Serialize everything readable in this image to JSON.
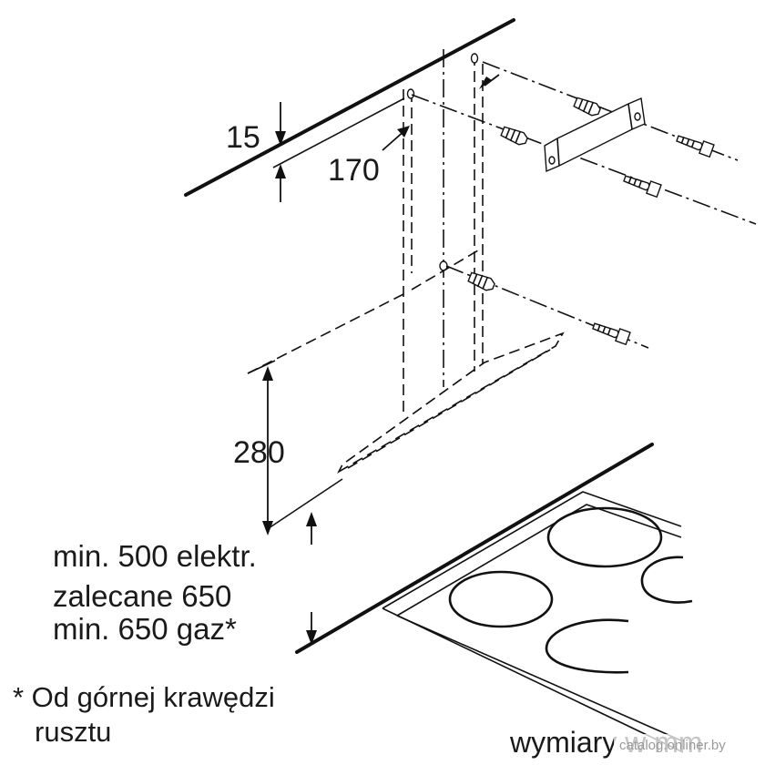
{
  "dimensions": {
    "top_offset": "15",
    "hole_spacing": "170",
    "chimney_height": "280"
  },
  "clearance": {
    "line1": "min. 500 elektr.",
    "line2": "zalecane 650",
    "line3": "min. 650 gaz*"
  },
  "footnote": {
    "line1": "* Od górnej krawędzi",
    "line2": "rusztu"
  },
  "units_note": "wymiary w mm",
  "watermark": "catalog.onliner.by"
}
